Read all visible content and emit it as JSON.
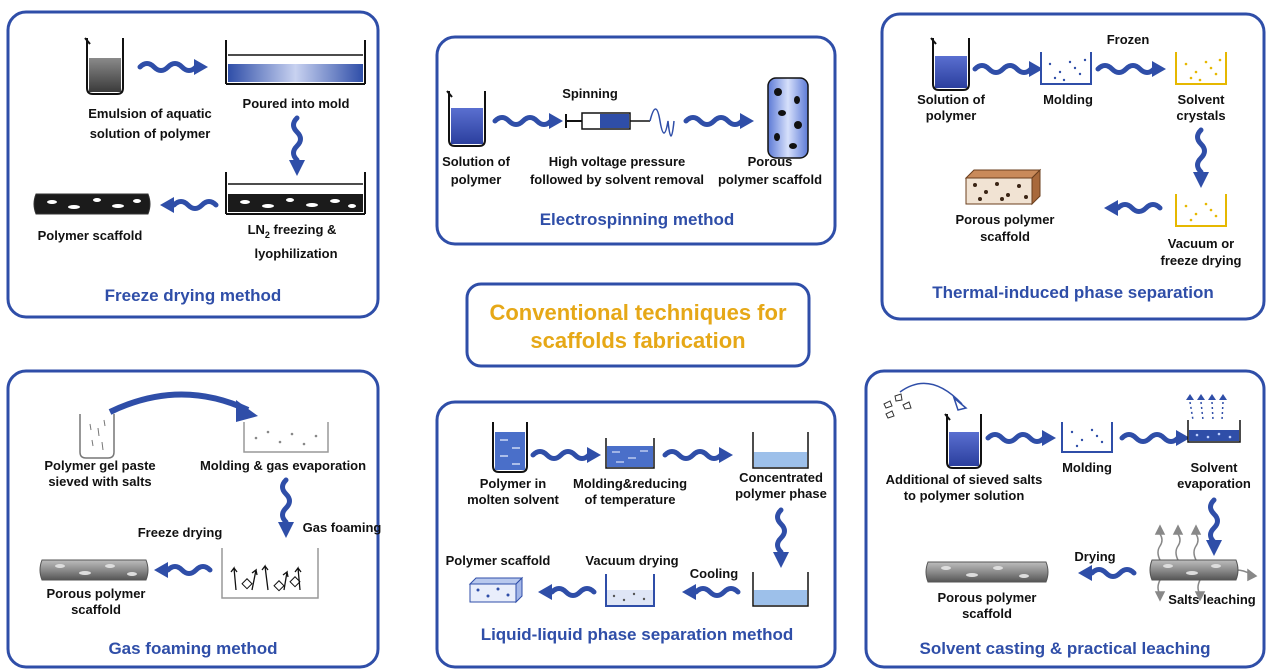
{
  "center": {
    "line1": "Conventional techniques for",
    "line2": "scaffolds fabrication"
  },
  "freeze": {
    "title": "Freeze drying method",
    "emulsion_l1": "Emulsion of aquatic",
    "emulsion_l2": "solution of polymer",
    "poured": "Poured into mold",
    "ln_base": "LN",
    "ln_sub": "2",
    "ln_rest": " freezing &",
    "lyophilization": "lyophilization",
    "scaffold": "Polymer scaffold"
  },
  "electro": {
    "title": "Electrospinning method",
    "spinning": "Spinning",
    "solution_l1": "Solution of",
    "solution_l2": "polymer",
    "hv_l1": "High voltage pressure",
    "hv_l2": "followed by solvent removal",
    "porous_l1": "Porous",
    "porous_l2": "polymer scaffold"
  },
  "thermal": {
    "title": "Thermal-induced phase separation",
    "solution_l1": "Solution of",
    "solution_l2": "polymer",
    "molding": "Molding",
    "frozen": "Frozen",
    "crystals_l1": "Solvent",
    "crystals_l2": "crystals",
    "porous_l1": "Porous polymer",
    "porous_l2": "scaffold",
    "vacuum_l1": "Vacuum or",
    "vacuum_l2": "freeze drying"
  },
  "gas": {
    "title": "Gas foaming method",
    "gel_l1": "Polymer gel paste",
    "gel_l2": "sieved with salts",
    "molding": "Molding & gas evaporation",
    "foaming": "Gas foaming",
    "freeze": "Freeze drying",
    "porous_l1": "Porous polymer",
    "porous_l2": "scaffold"
  },
  "liquid": {
    "title": "Liquid-liquid phase separation method",
    "molten_l1": "Polymer in",
    "molten_l2": "molten solvent",
    "molding_l1": "Molding&reducing",
    "molding_l2": "of temperature",
    "conc_l1": "Concentrated",
    "conc_l2": "polymer phase",
    "cooling": "Cooling",
    "vacuum": "Vacuum drying",
    "scaffold": "Polymer scaffold"
  },
  "casting": {
    "title": "Solvent casting & practical leaching",
    "salts_l1": "Additional of sieved salts",
    "salts_l2": "to polymer solution",
    "molding": "Molding",
    "evap_l1": "Solvent",
    "evap_l2": "evaporation",
    "drying": "Drying",
    "leaching": "Salts leaching",
    "porous_l1": "Porous polymer",
    "porous_l2": "scaffold"
  },
  "colors": {
    "frame": "#2f4ea8",
    "title_blue": "#2f4ea8",
    "center_gold": "#e6a817",
    "liquid_blue": "#4a6fc9"
  }
}
